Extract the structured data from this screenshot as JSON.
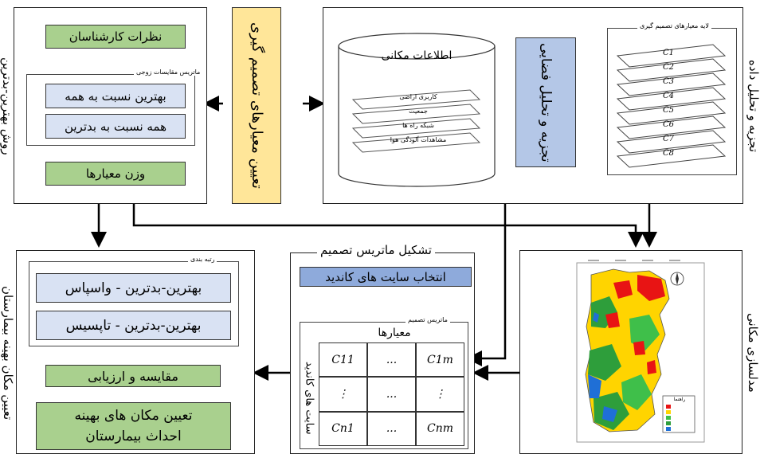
{
  "top_left": {
    "side_label": "روش بهترین-بدترین",
    "experts": "نظرات کارشناسان",
    "pairwise_title": "ماتریس مقایسات زوجی",
    "best_to_others": "بهترین نسبت به همه",
    "others_to_worst": "همه نسبت به بدترین",
    "weights": "وزن معیارها"
  },
  "criteria_box": "تعیین معیارهای تصمیم گیری",
  "top_right": {
    "side_label": "تجزیه و تحلیل داده",
    "spatial_info": "اطلاعات مکانی",
    "layers": [
      "کاربری اراضی",
      "جمعیت",
      "شبکه راه ها",
      "مشاهدات آلودگی هوا"
    ],
    "analysis": "تجزیه و تحلیل فضایی",
    "criteria_layers_title": "لایه معیارهای تصمیم گیری",
    "criteria_layers": [
      "C1",
      "C2",
      "C3",
      "C4",
      "C5",
      "C6",
      "C7",
      "C8"
    ]
  },
  "bottom_left": {
    "side_label": "تعیین مکان بهینه بیمارستان",
    "ranking_title": "رتبه بندی",
    "bwm_waspas": "بهترین-بدترین  - واسپاس",
    "bwm_topsis": "بهترین-بدترین  - تاپسیس",
    "compare": "مقایسه و ارزیابی",
    "final": "تعیین مکان های بهینه احداث بیمارستان"
  },
  "bottom_middle": {
    "title": "تشکیل ماتریس تصمیم",
    "candidates": "انتخاب سایت های کاندید",
    "matrix_title": "ماتریس تصمیم",
    "criteria_header": "معیارها",
    "row_header": "سایت های کاندید",
    "cells": [
      "C11",
      "...",
      "C1m",
      "⋮",
      "...",
      "⋮",
      "Cn1",
      "...",
      "Cnm"
    ]
  },
  "bottom_right": {
    "side_label": "مدلسازی مکانی",
    "legend_title": "راهنما"
  },
  "colors": {
    "green": "#a9d08e",
    "blue": "#d9e2f3",
    "yellow": "#ffe699",
    "analysis_blue": "#b4c7e7"
  }
}
